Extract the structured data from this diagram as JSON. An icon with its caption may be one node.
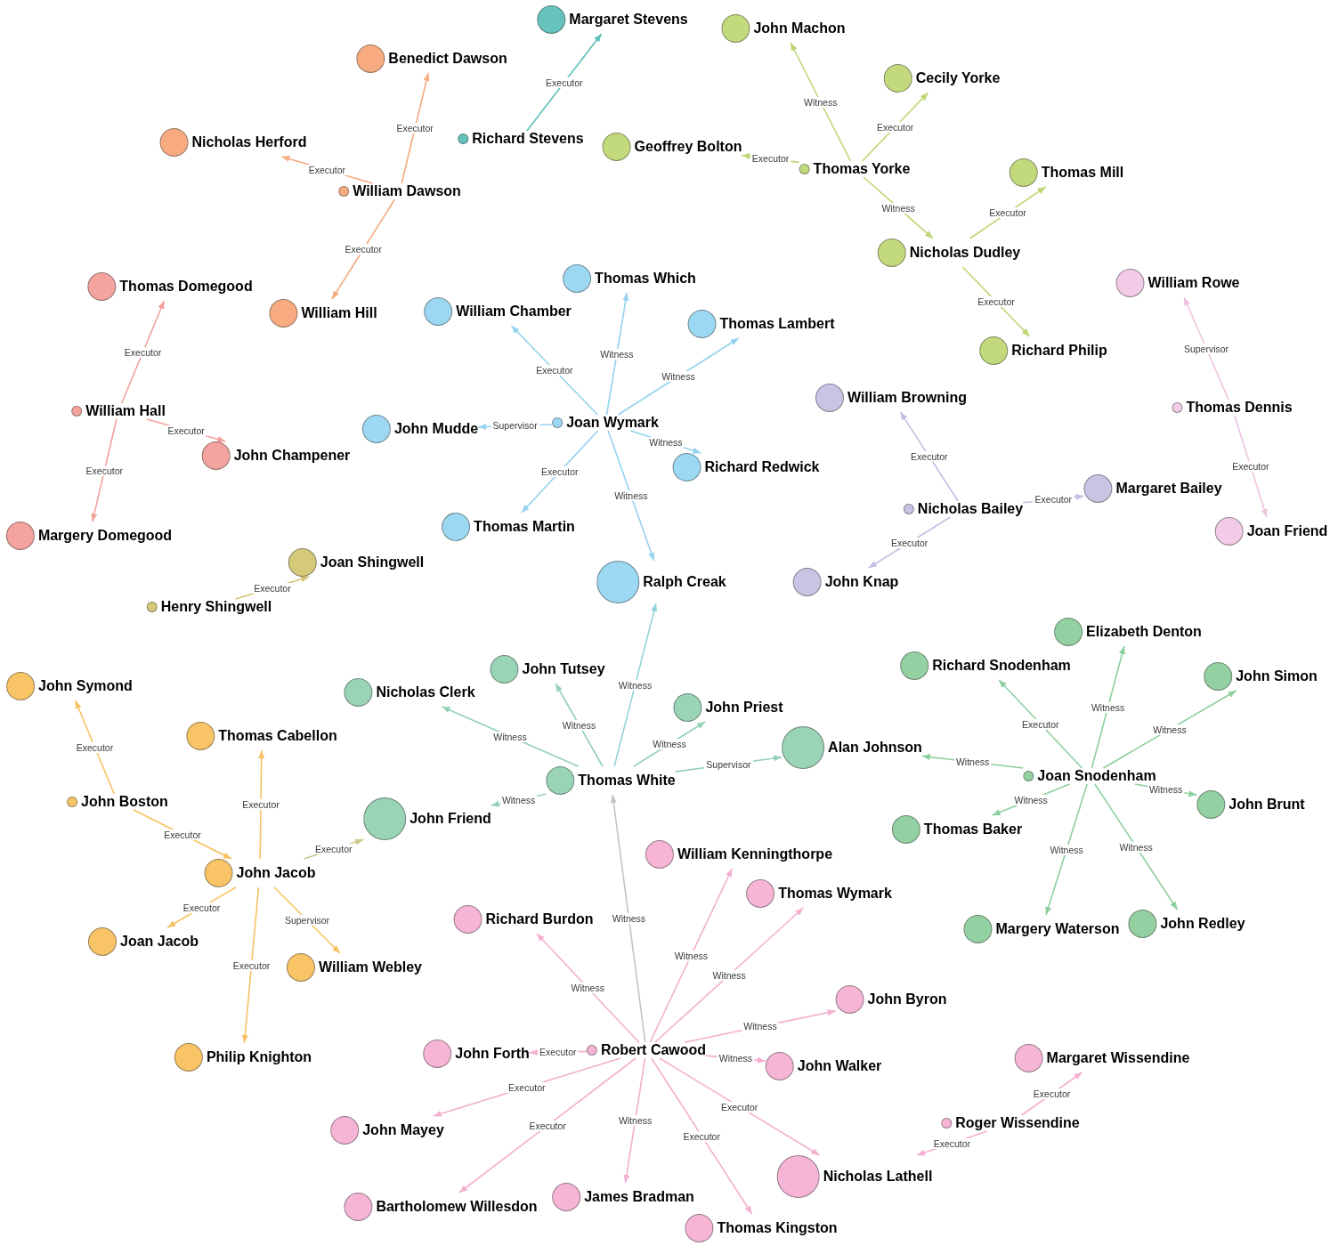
{
  "diagram": {
    "nodes": [
      {
        "text": [
          "Margaret Stevens"
        ]
      },
      {
        "text": [
          "John Machon"
        ]
      },
      {
        "text": [
          "Benedict Dawson"
        ]
      },
      {
        "text": [
          "Cecily Yorke"
        ]
      },
      {
        "text": [
          "Richard Stevens"
        ]
      },
      {
        "text": [
          "Geoffrey Bolton"
        ]
      },
      {
        "text": [
          "Nicholas Herford"
        ]
      },
      {
        "text": [
          "Thomas Yorke"
        ]
      },
      {
        "text": [
          "Thomas Mill"
        ]
      },
      {
        "text": [
          "William Dawson"
        ]
      },
      {
        "text": [
          "Nicholas Dudley"
        ]
      },
      {
        "text": [
          "Thomas Which"
        ]
      },
      {
        "text": [
          "William Rowe"
        ]
      },
      {
        "text": [
          "Thomas Domegood"
        ]
      },
      {
        "text": [
          "William Chamber"
        ]
      },
      {
        "text": [
          "William Hill"
        ]
      },
      {
        "text": [
          "Thomas Lambert"
        ]
      },
      {
        "text": [
          "Richard Philip"
        ]
      },
      {
        "text": [
          "William Browning"
        ]
      },
      {
        "text": [
          "William Hall"
        ]
      },
      {
        "text": [
          "Thomas Dennis"
        ]
      },
      {
        "text": [
          "Joan Wymark"
        ]
      },
      {
        "text": [
          "John Mudde"
        ]
      },
      {
        "text": [
          "John Champener"
        ]
      },
      {
        "text": [
          "Richard Redwick"
        ]
      },
      {
        "text": [
          "Margaret Bailey"
        ]
      },
      {
        "text": [
          "Nicholas Bailey"
        ]
      },
      {
        "text": [
          "Thomas Martin"
        ]
      },
      {
        "text": [
          "Joan Friend"
        ]
      },
      {
        "text": [
          "Margery Domegood"
        ]
      },
      {
        "text": [
          "Joan Shingwell"
        ]
      },
      {
        "text": [
          "Ralph Creak"
        ]
      },
      {
        "text": [
          "John Knap"
        ]
      },
      {
        "text": [
          "Henry Shingwell"
        ]
      },
      {
        "text": [
          "Elizabeth Denton"
        ]
      },
      {
        "text": [
          "Richard Snodenham"
        ]
      },
      {
        "text": [
          "John Tutsey"
        ]
      },
      {
        "text": [
          "John Simon"
        ]
      },
      {
        "text": [
          "John Symond"
        ]
      },
      {
        "text": [
          "Nicholas Clerk"
        ]
      },
      {
        "text": [
          "John Priest"
        ]
      },
      {
        "text": [
          "Thomas Cabellon"
        ]
      },
      {
        "text": [
          "Alan Johnson"
        ]
      },
      {
        "text": [
          "Joan Snodenham"
        ]
      },
      {
        "text": [
          "Thomas White"
        ]
      },
      {
        "text": [
          "John Boston"
        ]
      },
      {
        "text": [
          "John Brunt"
        ]
      },
      {
        "text": [
          "John Friend"
        ]
      },
      {
        "text": [
          "Thomas Baker"
        ]
      },
      {
        "text": [
          "John Jacob"
        ]
      },
      {
        "text": [
          "Thomas Wymark"
        ]
      },
      {
        "text": [
          "William Kenningthorpe"
        ]
      },
      {
        "text": [
          "Richard Burdon"
        ]
      },
      {
        "text": [
          "John Redley"
        ]
      },
      {
        "text": [
          "Margery Waterson"
        ]
      },
      {
        "text": [
          "Joan Jacob"
        ]
      },
      {
        "text": [
          "William Webley"
        ]
      },
      {
        "text": [
          "John Byron"
        ]
      },
      {
        "text": [
          "Robert Cawood"
        ]
      },
      {
        "text": [
          "John Forth"
        ]
      },
      {
        "text": [
          "Philip Knighton"
        ]
      },
      {
        "text": [
          "Margaret Wissendine"
        ]
      },
      {
        "text": [
          "John Walker"
        ]
      },
      {
        "text": [
          "John Mayey"
        ]
      },
      {
        "text": [
          "Roger Wissendine"
        ]
      },
      {
        "text": [
          "Nicholas Lathell"
        ]
      },
      {
        "text": [
          "James Bradman"
        ]
      },
      {
        "text": [
          "Bartholomew Willesdon"
        ]
      },
      {
        "text": [
          "Thomas Kingston"
        ]
      }
    ],
    "edges": [
      {
        "from": 9,
        "to": 2,
        "arrow": "to",
        "label": "Executor",
        "color": "#f5aa80"
      },
      {
        "from": 9,
        "to": 6,
        "arrow": "to",
        "label": "Executor",
        "color": "#f5aa80"
      },
      {
        "from": 9,
        "to": 15,
        "arrow": "to",
        "label": "Executor",
        "color": "#f5aa80"
      },
      {
        "from": 4,
        "to": 0,
        "arrow": "to",
        "label": "Executor",
        "color": "#5dbfb8"
      },
      {
        "from": 7,
        "to": 1,
        "arrow": "to",
        "label": "Witness",
        "color": "#bcd672"
      },
      {
        "from": 7,
        "to": 3,
        "arrow": "to",
        "label": "Executor",
        "color": "#bcd672"
      },
      {
        "from": 7,
        "to": 5,
        "arrow": "to",
        "label": "Executor",
        "color": "#bcd672"
      },
      {
        "from": 7,
        "to": 10,
        "arrow": "to",
        "label": "Witness",
        "color": "#bcd672"
      },
      {
        "from": 10,
        "to": 8,
        "arrow": "to",
        "label": "Executor",
        "color": "#bcd672"
      },
      {
        "from": 10,
        "to": 17,
        "arrow": "to",
        "label": "Executor",
        "color": "#bcd672"
      },
      {
        "from": 19,
        "to": 13,
        "arrow": "to",
        "label": "Executor",
        "color": "#f2a19b"
      },
      {
        "from": 19,
        "to": 23,
        "arrow": "to",
        "label": "Executor",
        "color": "#f2a19b"
      },
      {
        "from": 19,
        "to": 29,
        "arrow": "to",
        "label": "Executor",
        "color": "#f2a19b"
      },
      {
        "from": 21,
        "to": 11,
        "arrow": "to",
        "label": "Witness",
        "color": "#94d2ee"
      },
      {
        "from": 21,
        "to": 14,
        "arrow": "to",
        "label": "Executor",
        "color": "#94d2ee"
      },
      {
        "from": 21,
        "to": 16,
        "arrow": "to",
        "label": "Witness",
        "color": "#94d2ee"
      },
      {
        "from": 21,
        "to": 22,
        "arrow": "to",
        "label": "Supervisor",
        "color": "#94d2ee"
      },
      {
        "from": 21,
        "to": 24,
        "arrow": "to",
        "label": "Witness",
        "color": "#94d2ee"
      },
      {
        "from": 21,
        "to": 27,
        "arrow": "to",
        "label": "Executor",
        "color": "#94d2ee"
      },
      {
        "from": 21,
        "to": 31,
        "arrow": "to",
        "label": "Witness",
        "color": "#94d2ee"
      },
      {
        "from": 26,
        "to": 18,
        "arrow": "to",
        "label": "Executor",
        "color": "#c4bfe2"
      },
      {
        "from": 26,
        "to": 25,
        "arrow": "to",
        "label": "Executor",
        "color": "#c4bfe2"
      },
      {
        "from": 26,
        "to": 32,
        "arrow": "to",
        "label": "Executor",
        "color": "#c4bfe2"
      },
      {
        "from": 20,
        "to": 12,
        "arrow": "to",
        "label": "Supervisor",
        "color": "#efc2df"
      },
      {
        "from": 20,
        "to": 28,
        "arrow": "to",
        "label": "Executor",
        "color": "#efc2df"
      },
      {
        "from": 33,
        "to": 30,
        "arrow": "to",
        "label": "Executor",
        "color": "#cfc470"
      },
      {
        "from": 45,
        "to": 38,
        "arrow": "to",
        "label": "Executor",
        "color": "#f8c163"
      },
      {
        "from": 45,
        "to": 49,
        "arrow": "to",
        "label": "Executor",
        "color": "#f8c163"
      },
      {
        "from": 49,
        "to": 41,
        "arrow": "to",
        "label": "Executor",
        "color": "#f8c163"
      },
      {
        "from": 49,
        "to": 47,
        "arrow": "to",
        "label": "Executor",
        "color": "#c9c98c"
      },
      {
        "from": 49,
        "to": 55,
        "arrow": "to",
        "label": "Executor",
        "color": "#f8c163"
      },
      {
        "from": 49,
        "to": 56,
        "arrow": "to",
        "label": "Supervisor",
        "color": "#f8c163"
      },
      {
        "from": 49,
        "to": 60,
        "arrow": "to",
        "label": "Executor",
        "color": "#f8c163"
      },
      {
        "from": 44,
        "to": 39,
        "arrow": "to",
        "label": "Witness",
        "color": "#94d1b4"
      },
      {
        "from": 44,
        "to": 36,
        "arrow": "to",
        "label": "Witness",
        "color": "#94d1b4"
      },
      {
        "from": 44,
        "to": 31,
        "arrow": "to",
        "label": "Witness",
        "color": "#93d3d8"
      },
      {
        "from": 44,
        "to": 40,
        "arrow": "to",
        "label": "Witness",
        "color": "#94d1b4"
      },
      {
        "from": 44,
        "to": 42,
        "arrow": "to",
        "label": "Supervisor",
        "color": "#94d1b4"
      },
      {
        "from": 44,
        "to": 47,
        "arrow": "to",
        "label": "Witness",
        "color": "#94d1b4"
      },
      {
        "from": 43,
        "to": 35,
        "arrow": "to",
        "label": "Executor",
        "color": "#8ecf9e"
      },
      {
        "from": 43,
        "to": 34,
        "arrow": "to",
        "label": "Witness",
        "color": "#8ecf9e"
      },
      {
        "from": 43,
        "to": 37,
        "arrow": "to",
        "label": "Witness",
        "color": "#8ecf9e"
      },
      {
        "from": 43,
        "to": 42,
        "arrow": "to",
        "label": "Witness",
        "color": "#8ecf9e"
      },
      {
        "from": 43,
        "to": 46,
        "arrow": "to",
        "label": "Witness",
        "color": "#8ecf9e"
      },
      {
        "from": 43,
        "to": 48,
        "arrow": "to",
        "label": "Witness",
        "color": "#8ecf9e"
      },
      {
        "from": 43,
        "to": 54,
        "arrow": "to",
        "label": "Witness",
        "color": "#8ecf9e"
      },
      {
        "from": 43,
        "to": 53,
        "arrow": "to",
        "label": "Witness",
        "color": "#8ecf9e"
      },
      {
        "from": 58,
        "to": 44,
        "arrow": "to",
        "label": "Witness",
        "color": "#c4c4c4"
      },
      {
        "from": 58,
        "to": 52,
        "arrow": "to",
        "label": "Witness",
        "color": "#f3afd0"
      },
      {
        "from": 58,
        "to": 51,
        "arrow": "to",
        "label": "Witness",
        "color": "#f3afd0"
      },
      {
        "from": 58,
        "to": 50,
        "arrow": "to",
        "label": "Witness",
        "color": "#f3afd0"
      },
      {
        "from": 58,
        "to": 57,
        "arrow": "to",
        "label": "Witness",
        "color": "#f3afd0"
      },
      {
        "from": 58,
        "to": 62,
        "arrow": "to",
        "label": "Witness",
        "color": "#f3afd0"
      },
      {
        "from": 58,
        "to": 59,
        "arrow": "to",
        "label": "Executor",
        "color": "#f3afd0"
      },
      {
        "from": 58,
        "to": 63,
        "arrow": "to",
        "label": "Executor",
        "color": "#f3afd0"
      },
      {
        "from": 58,
        "to": 67,
        "arrow": "to",
        "label": "Executor",
        "color": "#f3afd0"
      },
      {
        "from": 58,
        "to": 66,
        "arrow": "to",
        "label": "Witness",
        "color": "#f3afd0"
      },
      {
        "from": 58,
        "to": 68,
        "arrow": "to",
        "label": "Executor",
        "color": "#f3afd0"
      },
      {
        "from": 58,
        "to": 65,
        "arrow": "to",
        "label": "Executor",
        "color": "#f3afd0"
      },
      {
        "from": 64,
        "to": 61,
        "arrow": "to",
        "label": "Executor",
        "color": "#f3afd0"
      },
      {
        "from": 64,
        "to": 65,
        "arrow": "to",
        "label": "Executor",
        "color": "#f3afd0"
      }
    ]
  }
}
